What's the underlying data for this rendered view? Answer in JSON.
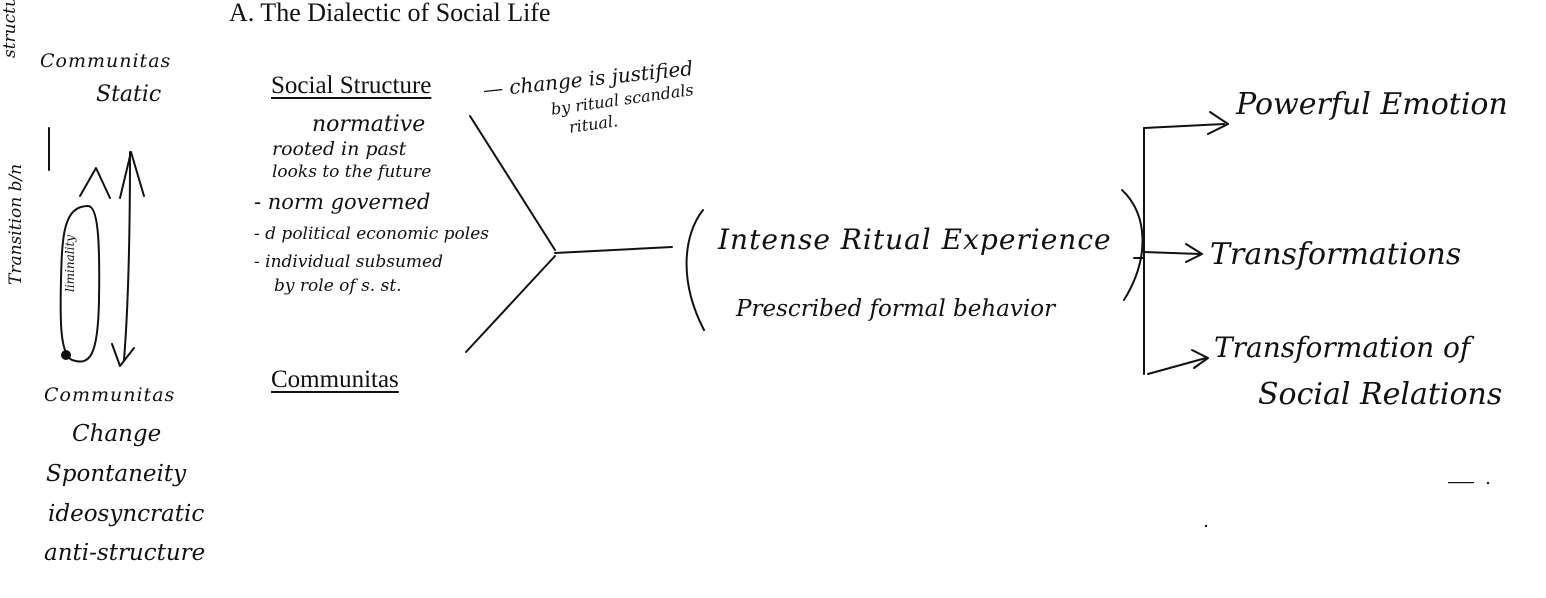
{
  "title": "A. The Dialectic of Social Life",
  "headings": {
    "structure": "Social Structure",
    "communitas": "Communitas"
  },
  "left_margin": {
    "top_labels": [
      "Communitas",
      "Static",
      "structure"
    ],
    "vertical_note": "Transition b/n",
    "loop_label": "liminality",
    "bottom_labels": [
      "Communitas",
      "Change",
      "Spontaneity",
      "ideosyncratic",
      "anti-structure"
    ]
  },
  "structure_notes": [
    "normative",
    "rooted in past",
    "looks to the future",
    "- norm governed",
    "- d political economic poles",
    "- individual subsumed",
    "by role of s. st."
  ],
  "change_note": [
    "— change is justified",
    "by ritual scandals",
    "ritual."
  ],
  "center": {
    "ritual": "Intense Ritual Experience",
    "behavior": "Prescribed formal behavior"
  },
  "outcomes": [
    "Powerful Emotion",
    "Transformations",
    "Transformation of",
    "Social Relations"
  ]
}
